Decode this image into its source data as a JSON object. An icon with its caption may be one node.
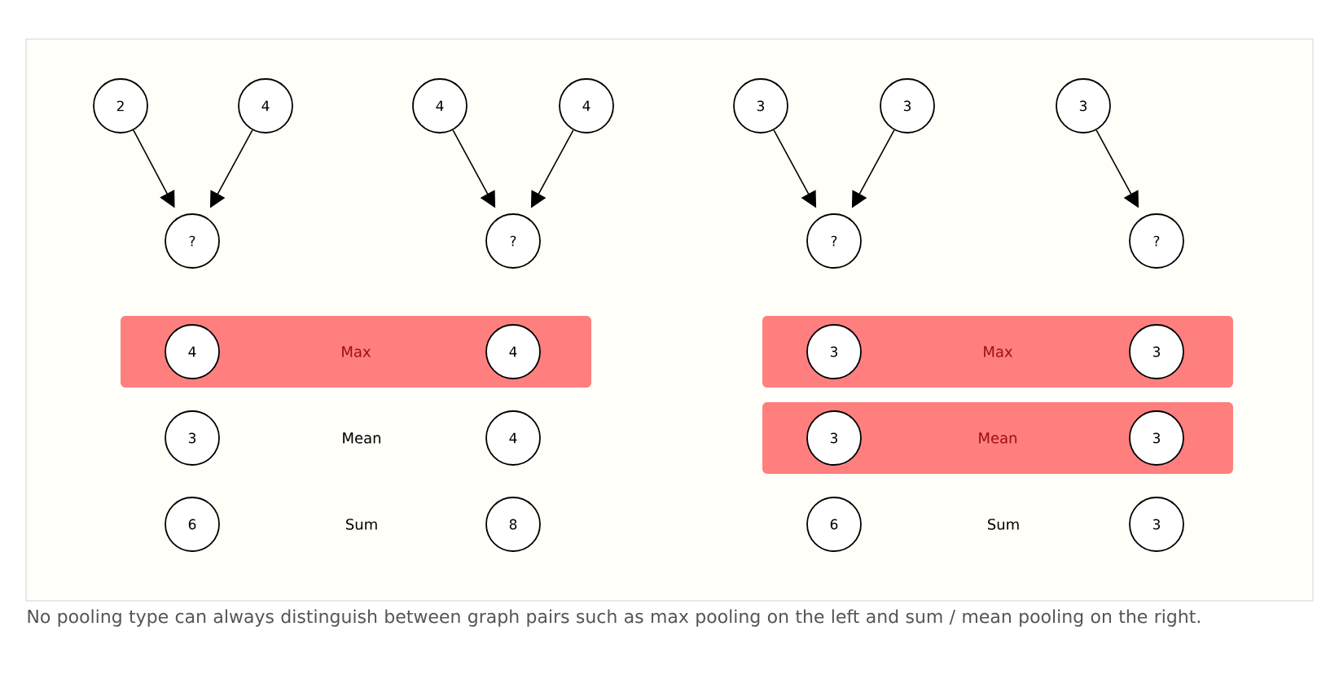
{
  "diagram": {
    "caption": "No pooling type can always distinguish between graph pairs such as max pooling on the left and sum / mean pooling on the right.",
    "nodes": [
      {
        "text": [
          "2"
        ]
      },
      {
        "text": [
          "4"
        ]
      },
      {
        "text": [
          "4"
        ]
      },
      {
        "text": [
          "4"
        ]
      },
      {
        "text": [
          "3"
        ]
      },
      {
        "text": [
          "3"
        ]
      },
      {
        "text": [
          "3"
        ]
      },
      {
        "text": [
          "?"
        ]
      },
      {
        "text": [
          "?"
        ]
      },
      {
        "text": [
          "?"
        ]
      },
      {
        "text": [
          "?"
        ]
      },
      {
        "text": [
          "Max"
        ]
      },
      {
        "text": [
          "4"
        ],
        "in": 11
      },
      {
        "text": [
          "4"
        ],
        "in": 11
      },
      {
        "text": [
          "Max"
        ]
      },
      {
        "text": [
          "3"
        ],
        "in": 14
      },
      {
        "text": [
          "3"
        ],
        "in": 14
      },
      {
        "text": [
          "3"
        ]
      },
      {
        "text": [
          "4"
        ]
      },
      {
        "text": [
          "Mean"
        ]
      },
      {
        "text": [
          "3"
        ],
        "in": 19
      },
      {
        "text": [
          "3"
        ],
        "in": 19
      },
      {
        "text": [
          "6"
        ]
      },
      {
        "text": [
          "8"
        ]
      },
      {
        "text": [
          "6"
        ]
      },
      {
        "text": [
          "3"
        ]
      }
    ],
    "edges": [
      {
        "from": 0,
        "to": 7,
        "arrow": "to"
      },
      {
        "from": 1,
        "to": 7,
        "arrow": "to"
      },
      {
        "from": 2,
        "to": 8,
        "arrow": "to"
      },
      {
        "from": 3,
        "to": 8,
        "arrow": "to"
      },
      {
        "from": 4,
        "to": 9,
        "arrow": "to"
      },
      {
        "from": 5,
        "to": 9,
        "arrow": "to"
      },
      {
        "from": 6,
        "to": 10,
        "arrow": "to"
      }
    ],
    "labels": [
      "Mean",
      "Sum",
      "Sum"
    ]
  }
}
